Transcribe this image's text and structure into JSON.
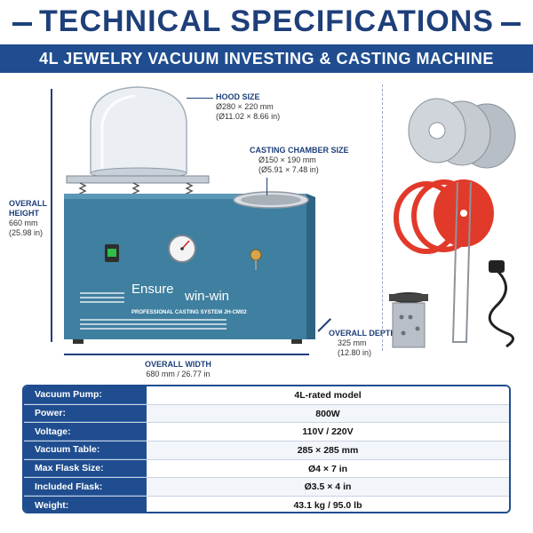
{
  "header": {
    "title": "TECHNICAL SPECIFICATIONS",
    "subtitle": "4L JEWELRY VACUUM INVESTING & CASTING MACHINE"
  },
  "annotations": {
    "hood_size": {
      "label": "HOOD SIZE",
      "metric": "Ø280 × 220 mm",
      "imperial": "(Ø11.02 × 8.66 in)"
    },
    "casting_chamber": {
      "label": "CASTING CHAMBER SIZE",
      "metric": "Ø150 × 190 mm",
      "imperial": "(Ø5.91 × 7.48 in)"
    },
    "overall_height": {
      "label_1": "OVERALL",
      "label_2": "HEIGHT",
      "metric": "660 mm",
      "imperial": "(25.98 in)"
    },
    "overall_width": {
      "label": "OVERALL WIDTH",
      "value": "680 mm / 26.77 in"
    },
    "overall_depth": {
      "label": "OVERALL DEPTH",
      "metric": "325 mm",
      "imperial": "(12.80 in)"
    }
  },
  "machine": {
    "brand_1": "Ensure",
    "brand_2": "win-win",
    "model_text": "PROFESSIONAL CASTING SYSTEM JH-CM02",
    "colors": {
      "body": "#3f7f9f",
      "body_dark": "#2e6482",
      "hood": "#dfe6ee"
    }
  },
  "specs": [
    {
      "label": "Vacuum Pump:",
      "value": "4L-rated model"
    },
    {
      "label": "Power:",
      "value": "800W"
    },
    {
      "label": "Voltage:",
      "value": "110V / 220V"
    },
    {
      "label": "Vacuum Table:",
      "value": "285 × 285 mm"
    },
    {
      "label": "Max Flask Size:",
      "value": "Ø4 × 7 in"
    },
    {
      "label": "Included Flask:",
      "value": "Ø3.5 × 4 in"
    },
    {
      "label": "Weight:",
      "value": "43.1 kg / 95.0 lb"
    }
  ]
}
